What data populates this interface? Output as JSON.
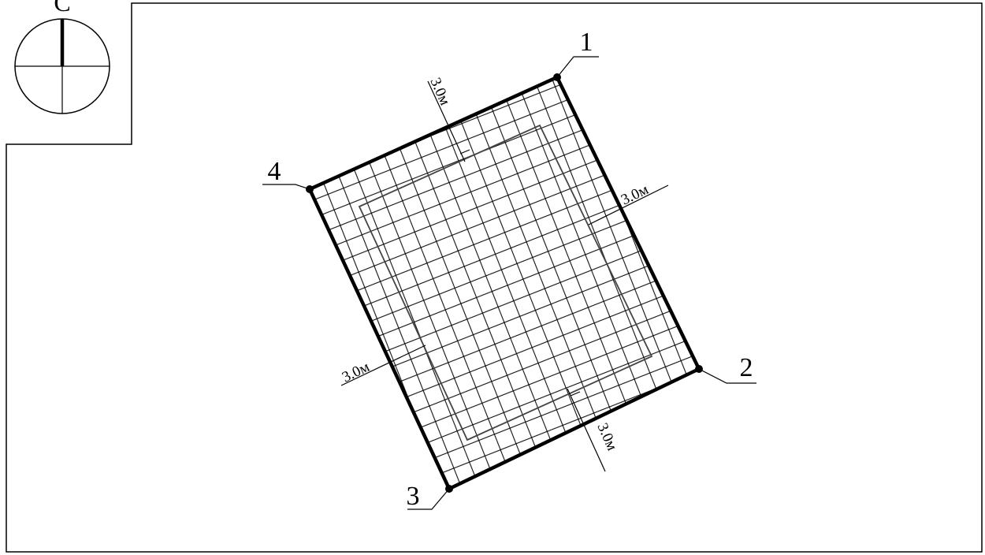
{
  "drawing": {
    "compass": {
      "label": "С"
    },
    "plot": {
      "corners": [
        {
          "id": "corner-1",
          "label": "1"
        },
        {
          "id": "corner-2",
          "label": "2"
        },
        {
          "id": "corner-3",
          "label": "3"
        },
        {
          "id": "corner-4",
          "label": "4"
        }
      ]
    },
    "setbacks": [
      {
        "id": "setback-top",
        "label": "3.0м"
      },
      {
        "id": "setback-right",
        "label": "3.0м"
      },
      {
        "id": "setback-bottom",
        "label": "3.0м"
      },
      {
        "id": "setback-left",
        "label": "3.0м"
      }
    ]
  }
}
